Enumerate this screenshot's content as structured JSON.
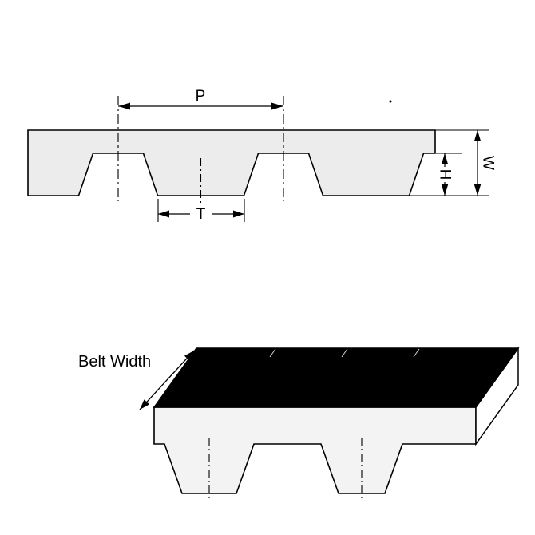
{
  "dimension_labels": {
    "pitch": "P",
    "tooth_width": "T",
    "tooth_height": "H",
    "belt_thickness": "W"
  },
  "annotations": {
    "belt_width_label": "Belt Width"
  },
  "colors": {
    "background": "#ffffff",
    "line": "#000000",
    "belt_fill": "#ececec",
    "front_face_fill": "#f3f3f3",
    "side_face_fill": "#ffffff",
    "top_surface": "#000000",
    "surface_tick": "#d8d8d8"
  }
}
